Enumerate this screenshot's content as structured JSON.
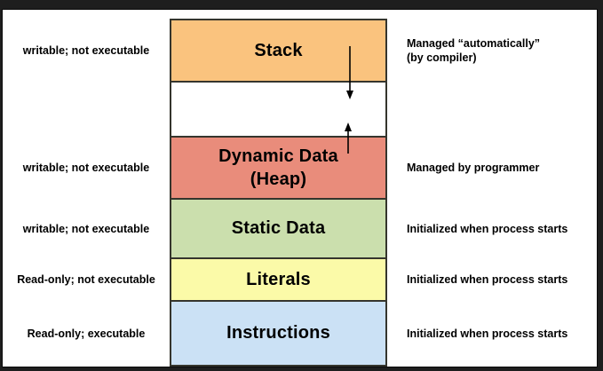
{
  "colors": {
    "frame_background": "#1e1e1e",
    "panel_background": "#ffffff",
    "box_border": "#35352d",
    "stack": "#fac37e",
    "heap": "#e98c7b",
    "static_data": "#cbdfad",
    "literals": "#fbfaa8",
    "instructions": "#cbe1f5"
  },
  "segments": {
    "stack": {
      "label": "Stack",
      "left_note": "writable; not executable",
      "right_note_line1": "Managed “automatically”",
      "right_note_line2": "(by compiler)",
      "color": "#fac37e"
    },
    "heap": {
      "label_line1": "Dynamic Data",
      "label_line2": "(Heap)",
      "left_note": "writable; not executable",
      "right_note": "Managed by programmer",
      "color": "#e98c7b"
    },
    "static_data": {
      "label": "Static Data",
      "left_note": "writable; not executable",
      "right_note": "Initialized when process starts",
      "color": "#cbdfad"
    },
    "literals": {
      "label": "Literals",
      "left_note": "Read-only; not executable",
      "right_note": "Initialized when process starts",
      "color": "#fbfaa8"
    },
    "instructions": {
      "label": "Instructions",
      "left_note": "Read-only; executable",
      "right_note": "Initialized when process starts",
      "color": "#cbe1f5"
    }
  },
  "arrows": {
    "stack_growth_direction": "down",
    "heap_growth_direction": "up"
  }
}
